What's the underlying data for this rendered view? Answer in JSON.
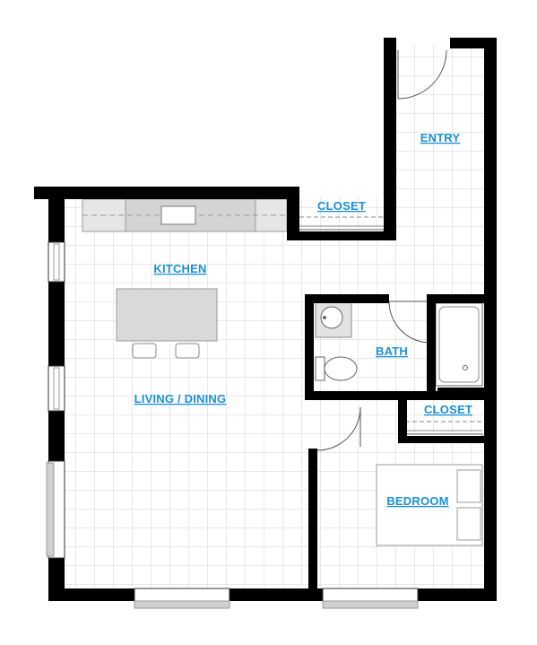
{
  "colors": {
    "wall": "#000000",
    "floor": "#ffffff",
    "grid": "#d3d3d3",
    "counter": "#d9d9d9",
    "label": "#1a8fd6",
    "fixture_stroke": "#8a8a8a"
  },
  "rooms": {
    "entry": "ENTRY",
    "closet_entry": "CLOSET",
    "kitchen": "KITCHEN",
    "bath": "BATH",
    "closet_bed": "CLOSET",
    "living_dining": "LIVING / DINING",
    "bedroom": "BEDROOM"
  }
}
